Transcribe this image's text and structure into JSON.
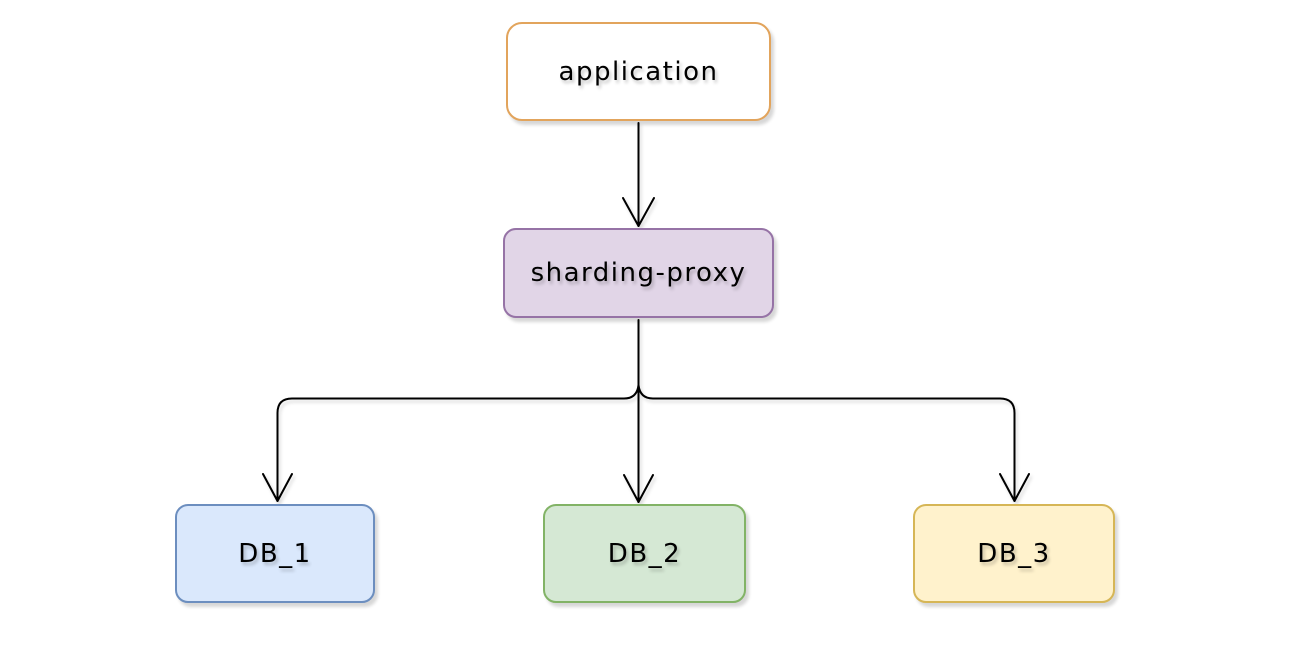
{
  "diagram": {
    "type": "flowchart",
    "background": "#ffffff",
    "line_color": "#000000",
    "nodes": [
      {
        "id": "application",
        "label": "application",
        "fill": "#ffffff",
        "stroke": "#e2a45c"
      },
      {
        "id": "sharding-proxy",
        "label": "sharding-proxy",
        "fill": "#e1d5e7",
        "stroke": "#9673a6"
      },
      {
        "id": "db_1",
        "label": "DB_1",
        "fill": "#dae8fc",
        "stroke": "#6c8ebf"
      },
      {
        "id": "db_2",
        "label": "DB_2",
        "fill": "#d5e8d4",
        "stroke": "#82b366"
      },
      {
        "id": "db_3",
        "label": "DB_3",
        "fill": "#fff2cc",
        "stroke": "#d6b656"
      }
    ],
    "edges": [
      {
        "from": "application",
        "to": "sharding-proxy"
      },
      {
        "from": "sharding-proxy",
        "to": "db_1"
      },
      {
        "from": "sharding-proxy",
        "to": "db_2"
      },
      {
        "from": "sharding-proxy",
        "to": "db_3"
      }
    ]
  }
}
